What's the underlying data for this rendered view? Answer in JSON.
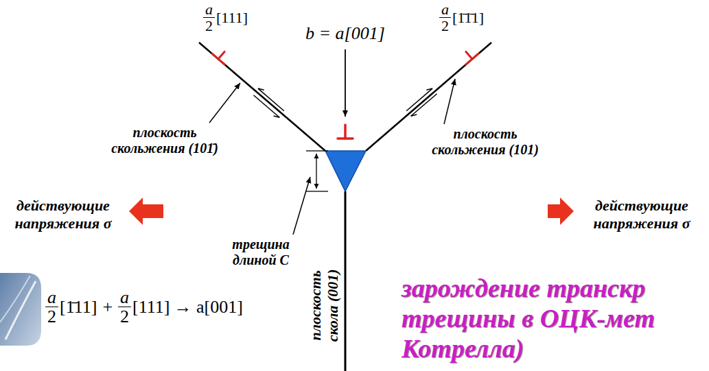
{
  "diagram": {
    "labels": [
      "a",
      "2",
      "[111]",
      "a",
      "2",
      "[1̄1̄1]",
      "b = a[001]",
      "плоскость скольжения (101̄)",
      "плоскость скольжения (101)",
      "действующие напряжения σ",
      "действующие напряжения σ",
      "трещина длиной C",
      "плоскость скола (001)",
      "a",
      "2",
      "[1̄11]",
      "+",
      "a",
      "2",
      "[111]",
      "→ a[001]",
      "зарождение транскр",
      "трещины в ОЦК-мет",
      "Котрелла)"
    ]
  }
}
